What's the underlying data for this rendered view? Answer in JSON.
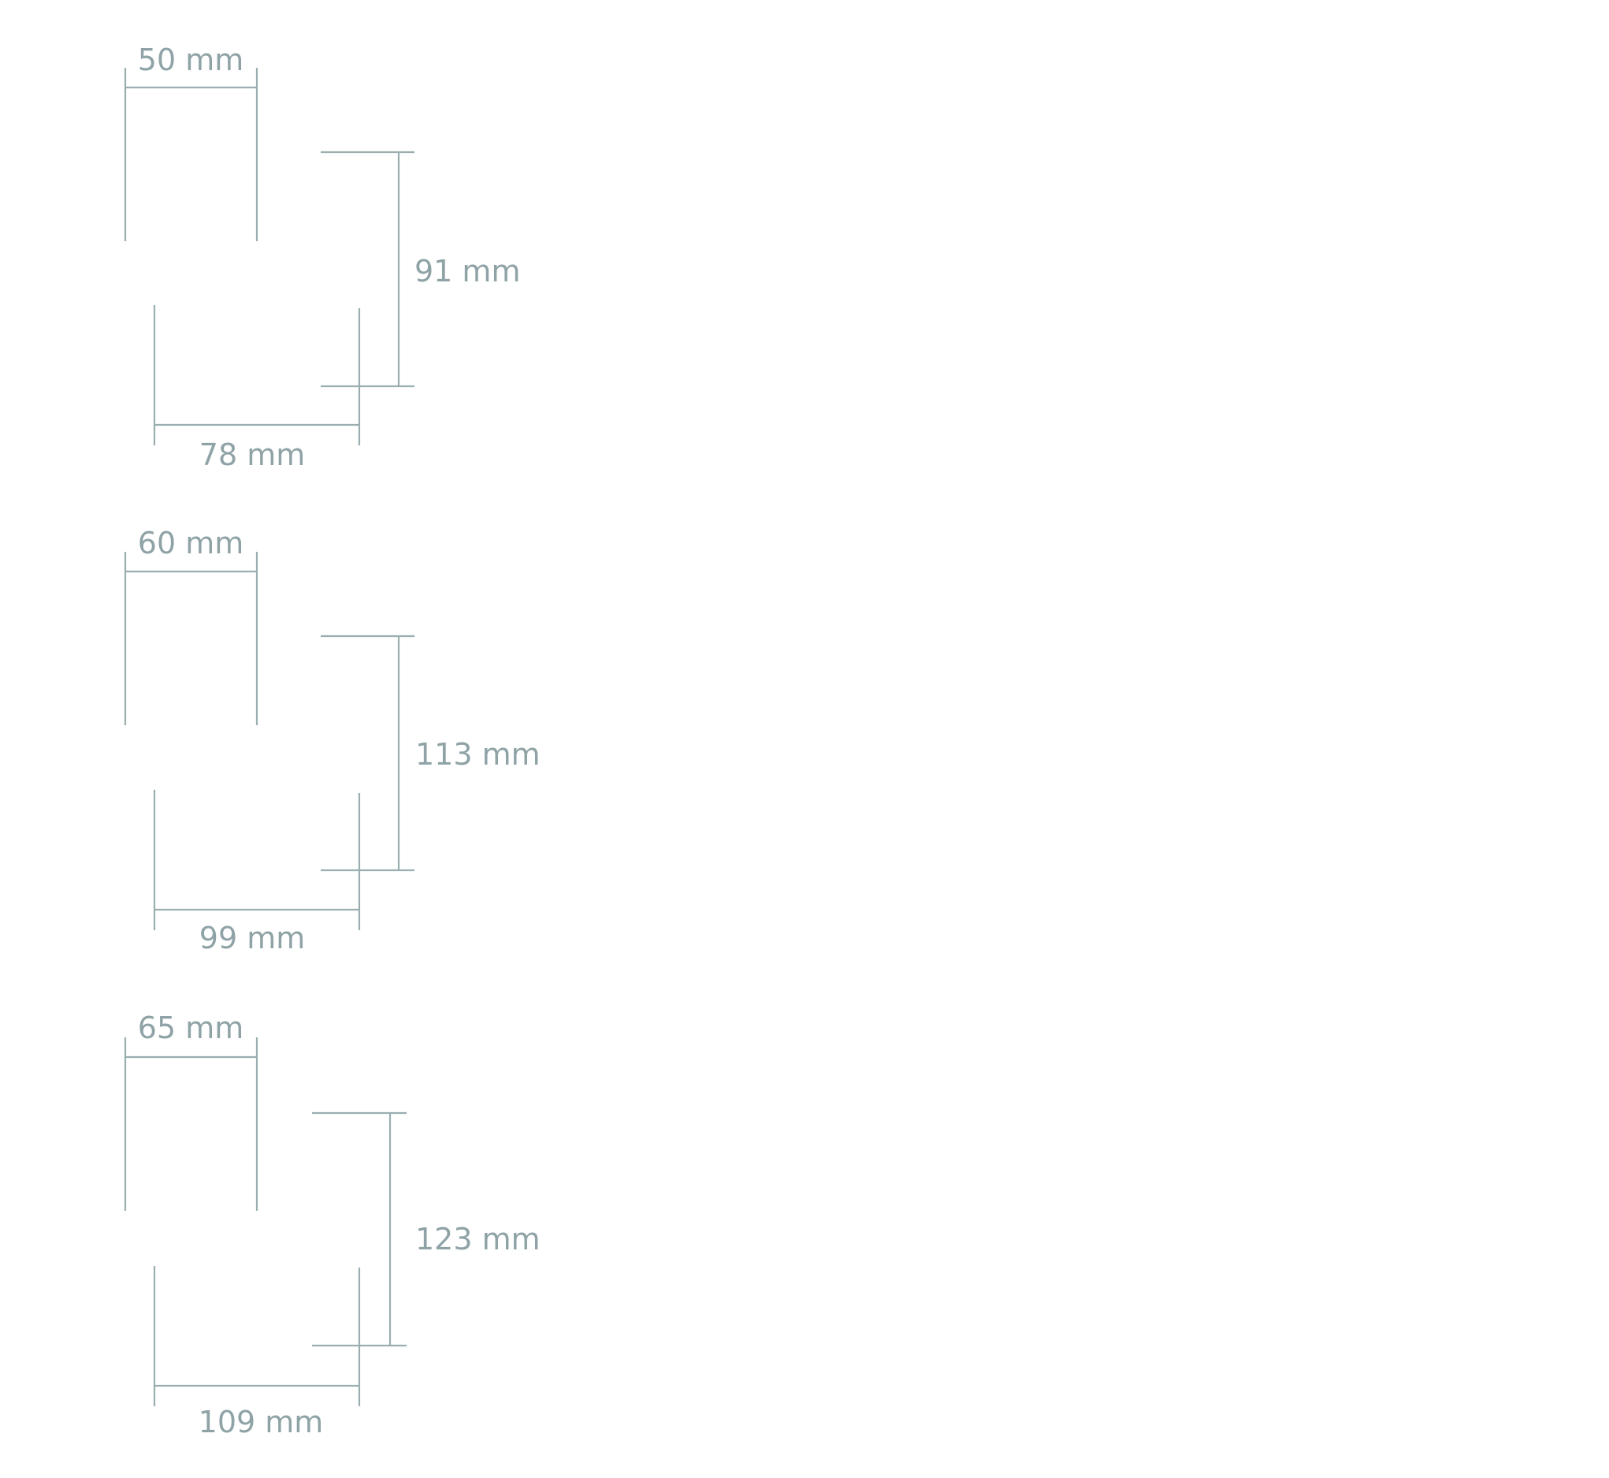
{
  "colors": {
    "line": "#9aaeb0",
    "text": "#8fa3a6",
    "background": "#ffffff"
  },
  "sets": [
    {
      "top_width": "50 mm",
      "height": "91 mm",
      "bottom_width": "78 mm"
    },
    {
      "top_width": "60 mm",
      "height": "113 mm",
      "bottom_width": "99 mm"
    },
    {
      "top_width": "65 mm",
      "height": "123 mm",
      "bottom_width": "109 mm"
    }
  ]
}
